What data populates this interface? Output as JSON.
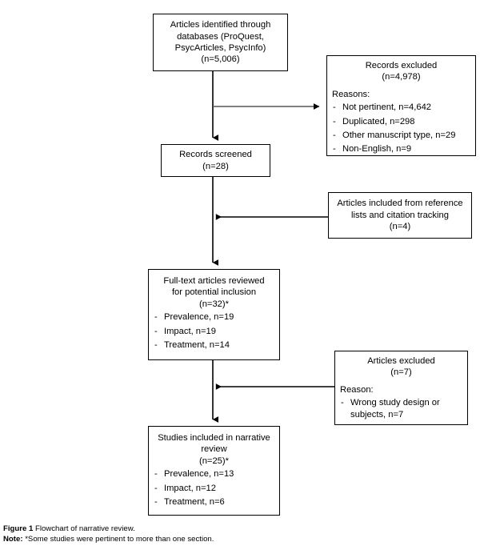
{
  "figure": {
    "caption_label": "Figure 1",
    "caption_text": "Flowchart of narrative review.",
    "note_label": "Note:",
    "note_text": "*Some studies were pertinent to more than one section."
  },
  "colors": {
    "box_border": "#000000",
    "text": "#000000",
    "background": "#ffffff",
    "arrow": "#000000",
    "arrow_grey": "#555555"
  },
  "nodes": {
    "identified": {
      "head": "Articles identified through\ndatabases (ProQuest,\nPsycArticles, PsycInfo)\n(n=5,006)"
    },
    "records_excluded": {
      "head": "Records excluded\n(n=4,978)",
      "sub_title": "Reasons:",
      "reasons": [
        "Not pertinent, n=4,642",
        "Duplicated, n=298",
        "Other manuscript type, n=29",
        "Non-English, n=9"
      ]
    },
    "screened": {
      "head": "Records screened\n(n=28)"
    },
    "reference": {
      "head": "Articles included from reference\nlists and citation tracking\n(n=4)"
    },
    "fulltext": {
      "head": "Full-text articles reviewed\nfor potential inclusion\n(n=32)*",
      "reasons": [
        "Prevalence, n=19",
        "Impact, n=19",
        "Treatment, n=14"
      ]
    },
    "articles_excluded": {
      "head": "Articles excluded\n(n=7)",
      "sub_title": "Reason:",
      "reasons": [
        "Wrong study design or\nsubjects, n=7"
      ]
    },
    "studies": {
      "head": "Studies included in narrative\nreview\n(n=25)*",
      "reasons": [
        "Prevalence, n=13",
        "Impact, n=12",
        "Treatment, n=6"
      ]
    }
  },
  "chart_data": {
    "type": "diagram",
    "title": "Flowchart of narrative review",
    "stages": [
      {
        "id": "identified",
        "label": "Articles identified through databases (ProQuest, PsycArticles, PsycInfo)",
        "n": 5006
      },
      {
        "id": "records_excluded",
        "label": "Records excluded",
        "n": 4978,
        "breakdown": [
          {
            "label": "Not pertinent",
            "n": 4642
          },
          {
            "label": "Duplicated",
            "n": 298
          },
          {
            "label": "Other manuscript type",
            "n": 29
          },
          {
            "label": "Non-English",
            "n": 9
          }
        ]
      },
      {
        "id": "screened",
        "label": "Records screened",
        "n": 28
      },
      {
        "id": "reference",
        "label": "Articles included from reference lists and citation tracking",
        "n": 4
      },
      {
        "id": "fulltext",
        "label": "Full-text articles reviewed for potential inclusion",
        "n": 32,
        "breakdown": [
          {
            "label": "Prevalence",
            "n": 19
          },
          {
            "label": "Impact",
            "n": 19
          },
          {
            "label": "Treatment",
            "n": 14
          }
        ]
      },
      {
        "id": "articles_excluded",
        "label": "Articles excluded",
        "n": 7,
        "breakdown": [
          {
            "label": "Wrong study design or subjects",
            "n": 7
          }
        ]
      },
      {
        "id": "studies",
        "label": "Studies included in narrative review",
        "n": 25,
        "breakdown": [
          {
            "label": "Prevalence",
            "n": 13
          },
          {
            "label": "Impact",
            "n": 12
          },
          {
            "label": "Treatment",
            "n": 6
          }
        ]
      }
    ],
    "edges": [
      {
        "from": "identified",
        "to": "screened",
        "direction": "down"
      },
      {
        "from": "identified",
        "to": "records_excluded",
        "direction": "right"
      },
      {
        "from": "screened",
        "to": "fulltext",
        "direction": "down"
      },
      {
        "from": "reference",
        "to": "fulltext",
        "direction": "left"
      },
      {
        "from": "fulltext",
        "to": "studies",
        "direction": "down"
      },
      {
        "from": "articles_excluded",
        "to": "studies",
        "direction": "left"
      }
    ]
  }
}
